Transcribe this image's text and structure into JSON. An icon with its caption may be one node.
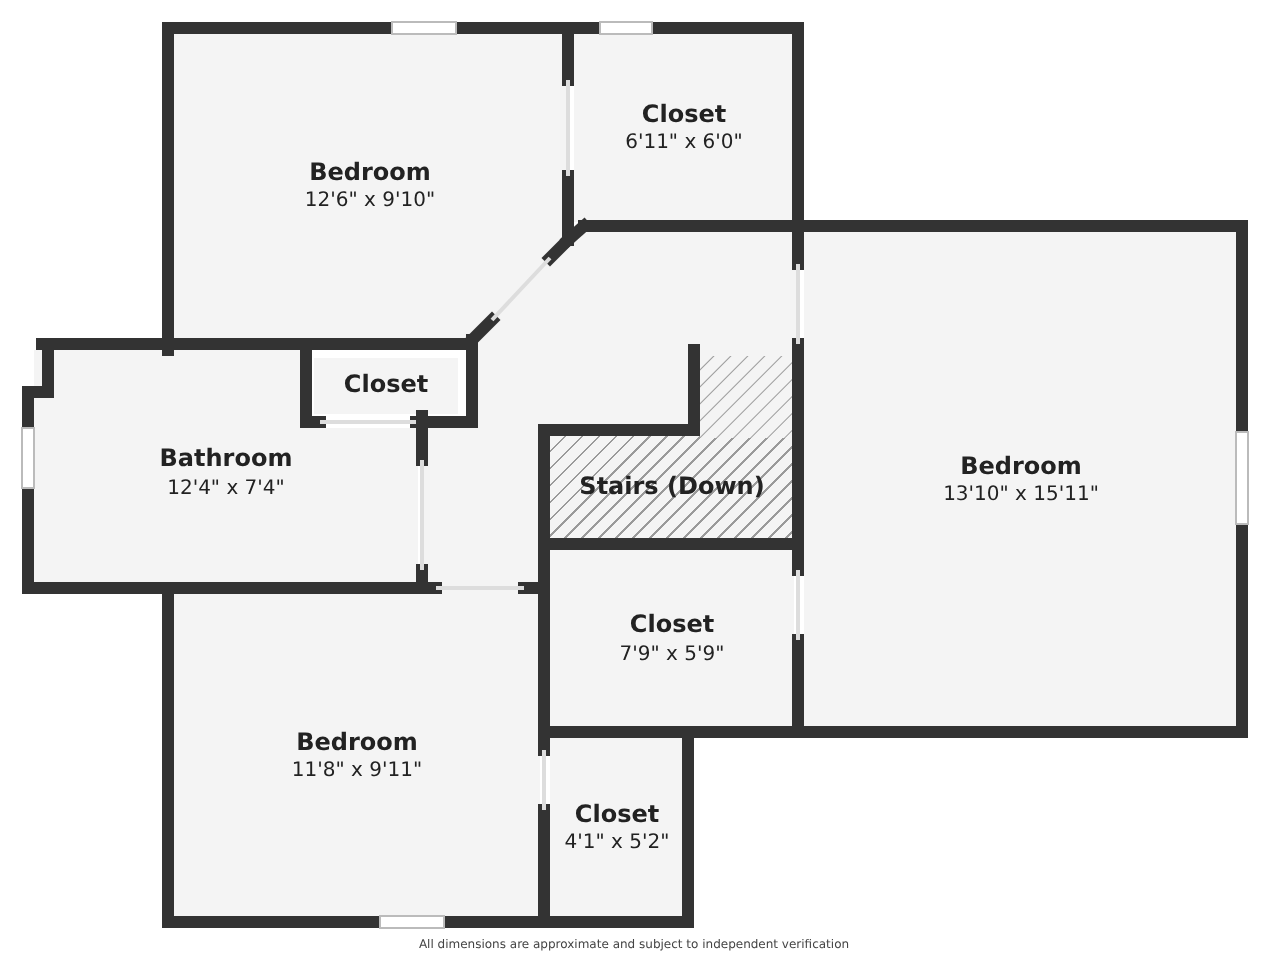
{
  "diagram": {
    "caption": "All dimensions are approximate and subject to independent verification",
    "nodes": [
      {
        "text": [
          "Bedroom",
          "12'6\" x 9'10\""
        ]
      },
      {
        "text": [
          "Closet",
          "6'11\" x 6'0\""
        ]
      },
      {
        "text": [
          "Closet"
        ]
      },
      {
        "text": [
          "Bathroom",
          "12'4\" x 7'4\""
        ]
      },
      {
        "text": [
          "Stairs (Down)"
        ]
      },
      {
        "text": [
          "Bedroom",
          "13'10\" x 15'11\""
        ]
      },
      {
        "text": [
          "Closet",
          "7'9\" x 5'9\""
        ]
      },
      {
        "text": [
          "Bedroom",
          "11'8\" x 9'11\""
        ]
      },
      {
        "text": [
          "Closet",
          "4'1\" x 5'2\""
        ]
      }
    ]
  }
}
